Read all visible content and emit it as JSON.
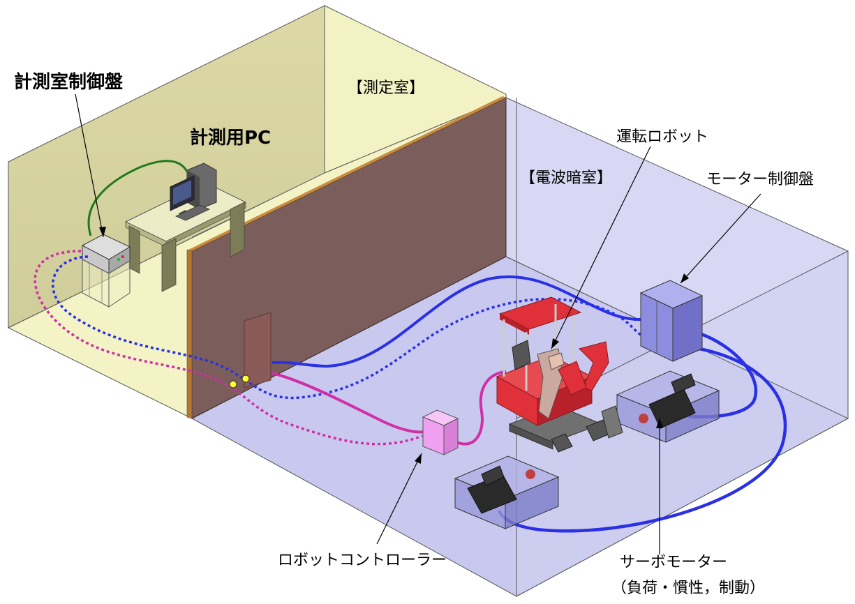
{
  "labels": {
    "measurement_panel": "計測室制御盤",
    "measurement_pc": "計測用PC",
    "measurement_room": "【測定室】",
    "anechoic_room": "【電波暗室】",
    "driving_robot": "運転ロボット",
    "motor_panel": "モーター制御盤",
    "robot_controller": "ロボットコントローラー",
    "servo_motor": "サーボモーター",
    "servo_motor_note": "（負荷・慣性，制動）"
  },
  "colors": {
    "measure_room_wall": "#f0f0c0",
    "measure_room_back": "#dedcae",
    "anechoic_room_floor": "#c8c8f0",
    "anechoic_room_wall": "#d6d6f2",
    "partition_wall": "#7a5c5a",
    "partition_edge": "#c88a3c",
    "cable_blue": "#2a30e6",
    "cable_magenta": "#d02fa6",
    "cable_green": "#1e7a1e",
    "excavator_red": "#e0303a",
    "motor_box": "#8f8fd6",
    "controller_pink": "#f0a0f0"
  }
}
